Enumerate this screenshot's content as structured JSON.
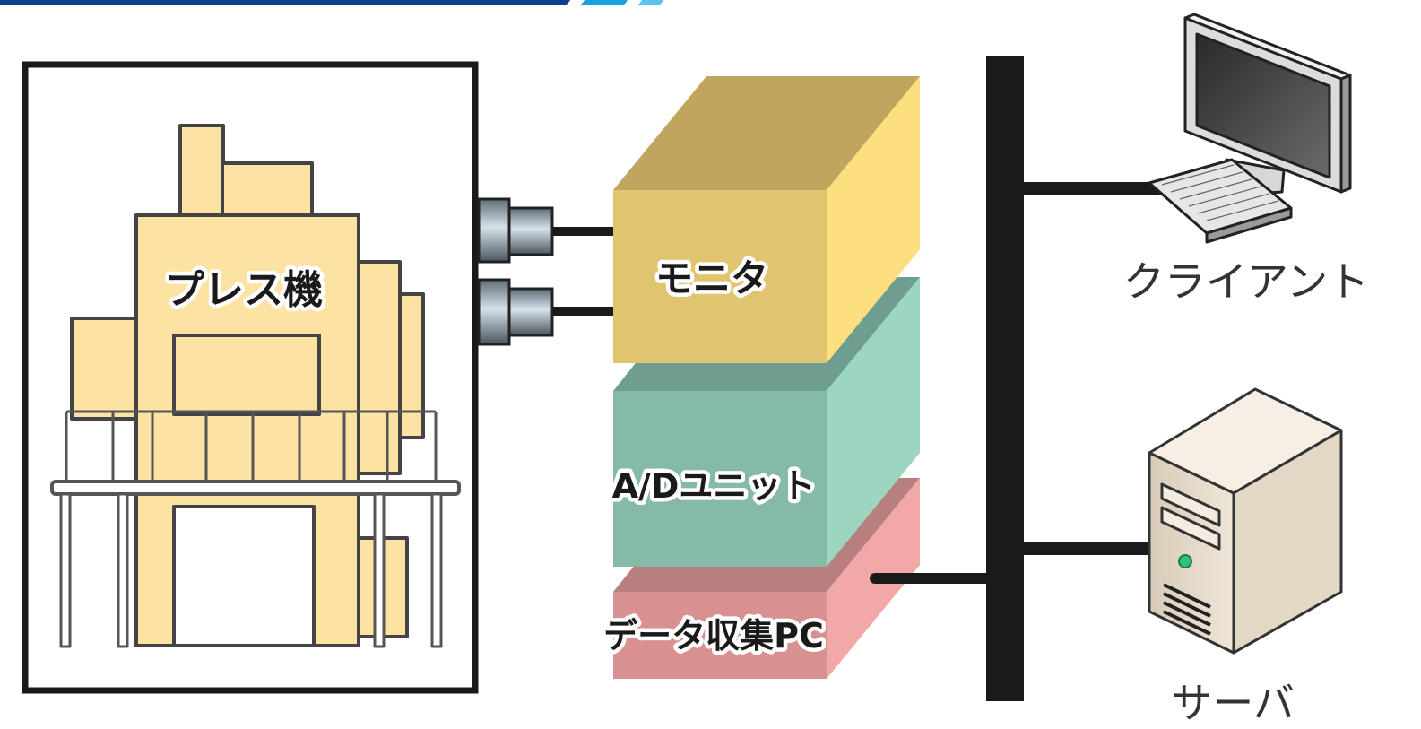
{
  "labels": {
    "press_machine": "プレス機",
    "monitor": "モニタ",
    "ad_unit": "A/Dユニット",
    "data_pc": "データ収集PC",
    "client": "クライアント",
    "server": "サーバ"
  },
  "colors": {
    "top_bar": "#0b3f8c",
    "top_bar_accent": "#1aa0e0",
    "press_fill": "#fce3a3",
    "monitor_front": "#e0c46f",
    "monitor_top": "#bfa55e",
    "monitor_side": "#fedf7f",
    "ad_front": "#85baa8",
    "ad_top": "#6e9e90",
    "ad_side": "#9cd5c0",
    "pc_front": "#d99090",
    "pc_top": "#b97f7f",
    "pc_side": "#f3a8a8",
    "network_bus": "#1a1a1a"
  },
  "icons": {
    "client": "desktop-computer-icon",
    "server": "tower-server-icon",
    "connector": "cable-connector-icon"
  }
}
